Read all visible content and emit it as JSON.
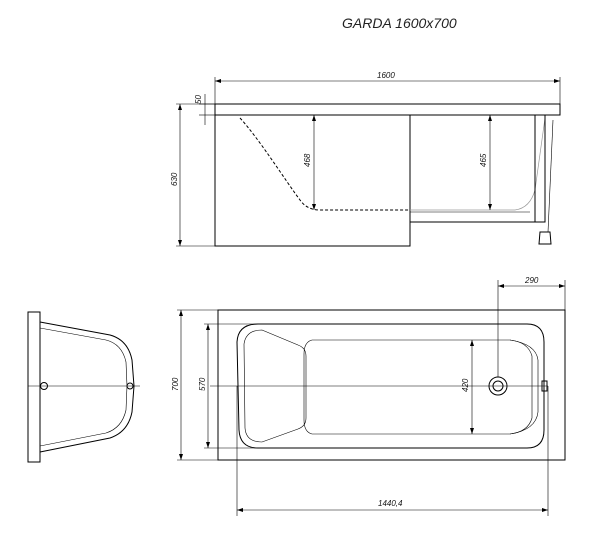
{
  "title": "GARDA 1600x700",
  "dimensions": {
    "length": "1600",
    "rim": "50",
    "height": "630",
    "depth_left": "468",
    "depth_right": "465",
    "offset": "290",
    "width": "700",
    "inner_width": "570",
    "drain_width": "420",
    "inner_length": "1440,4"
  },
  "colors": {
    "line": "#000000",
    "background": "#ffffff"
  }
}
